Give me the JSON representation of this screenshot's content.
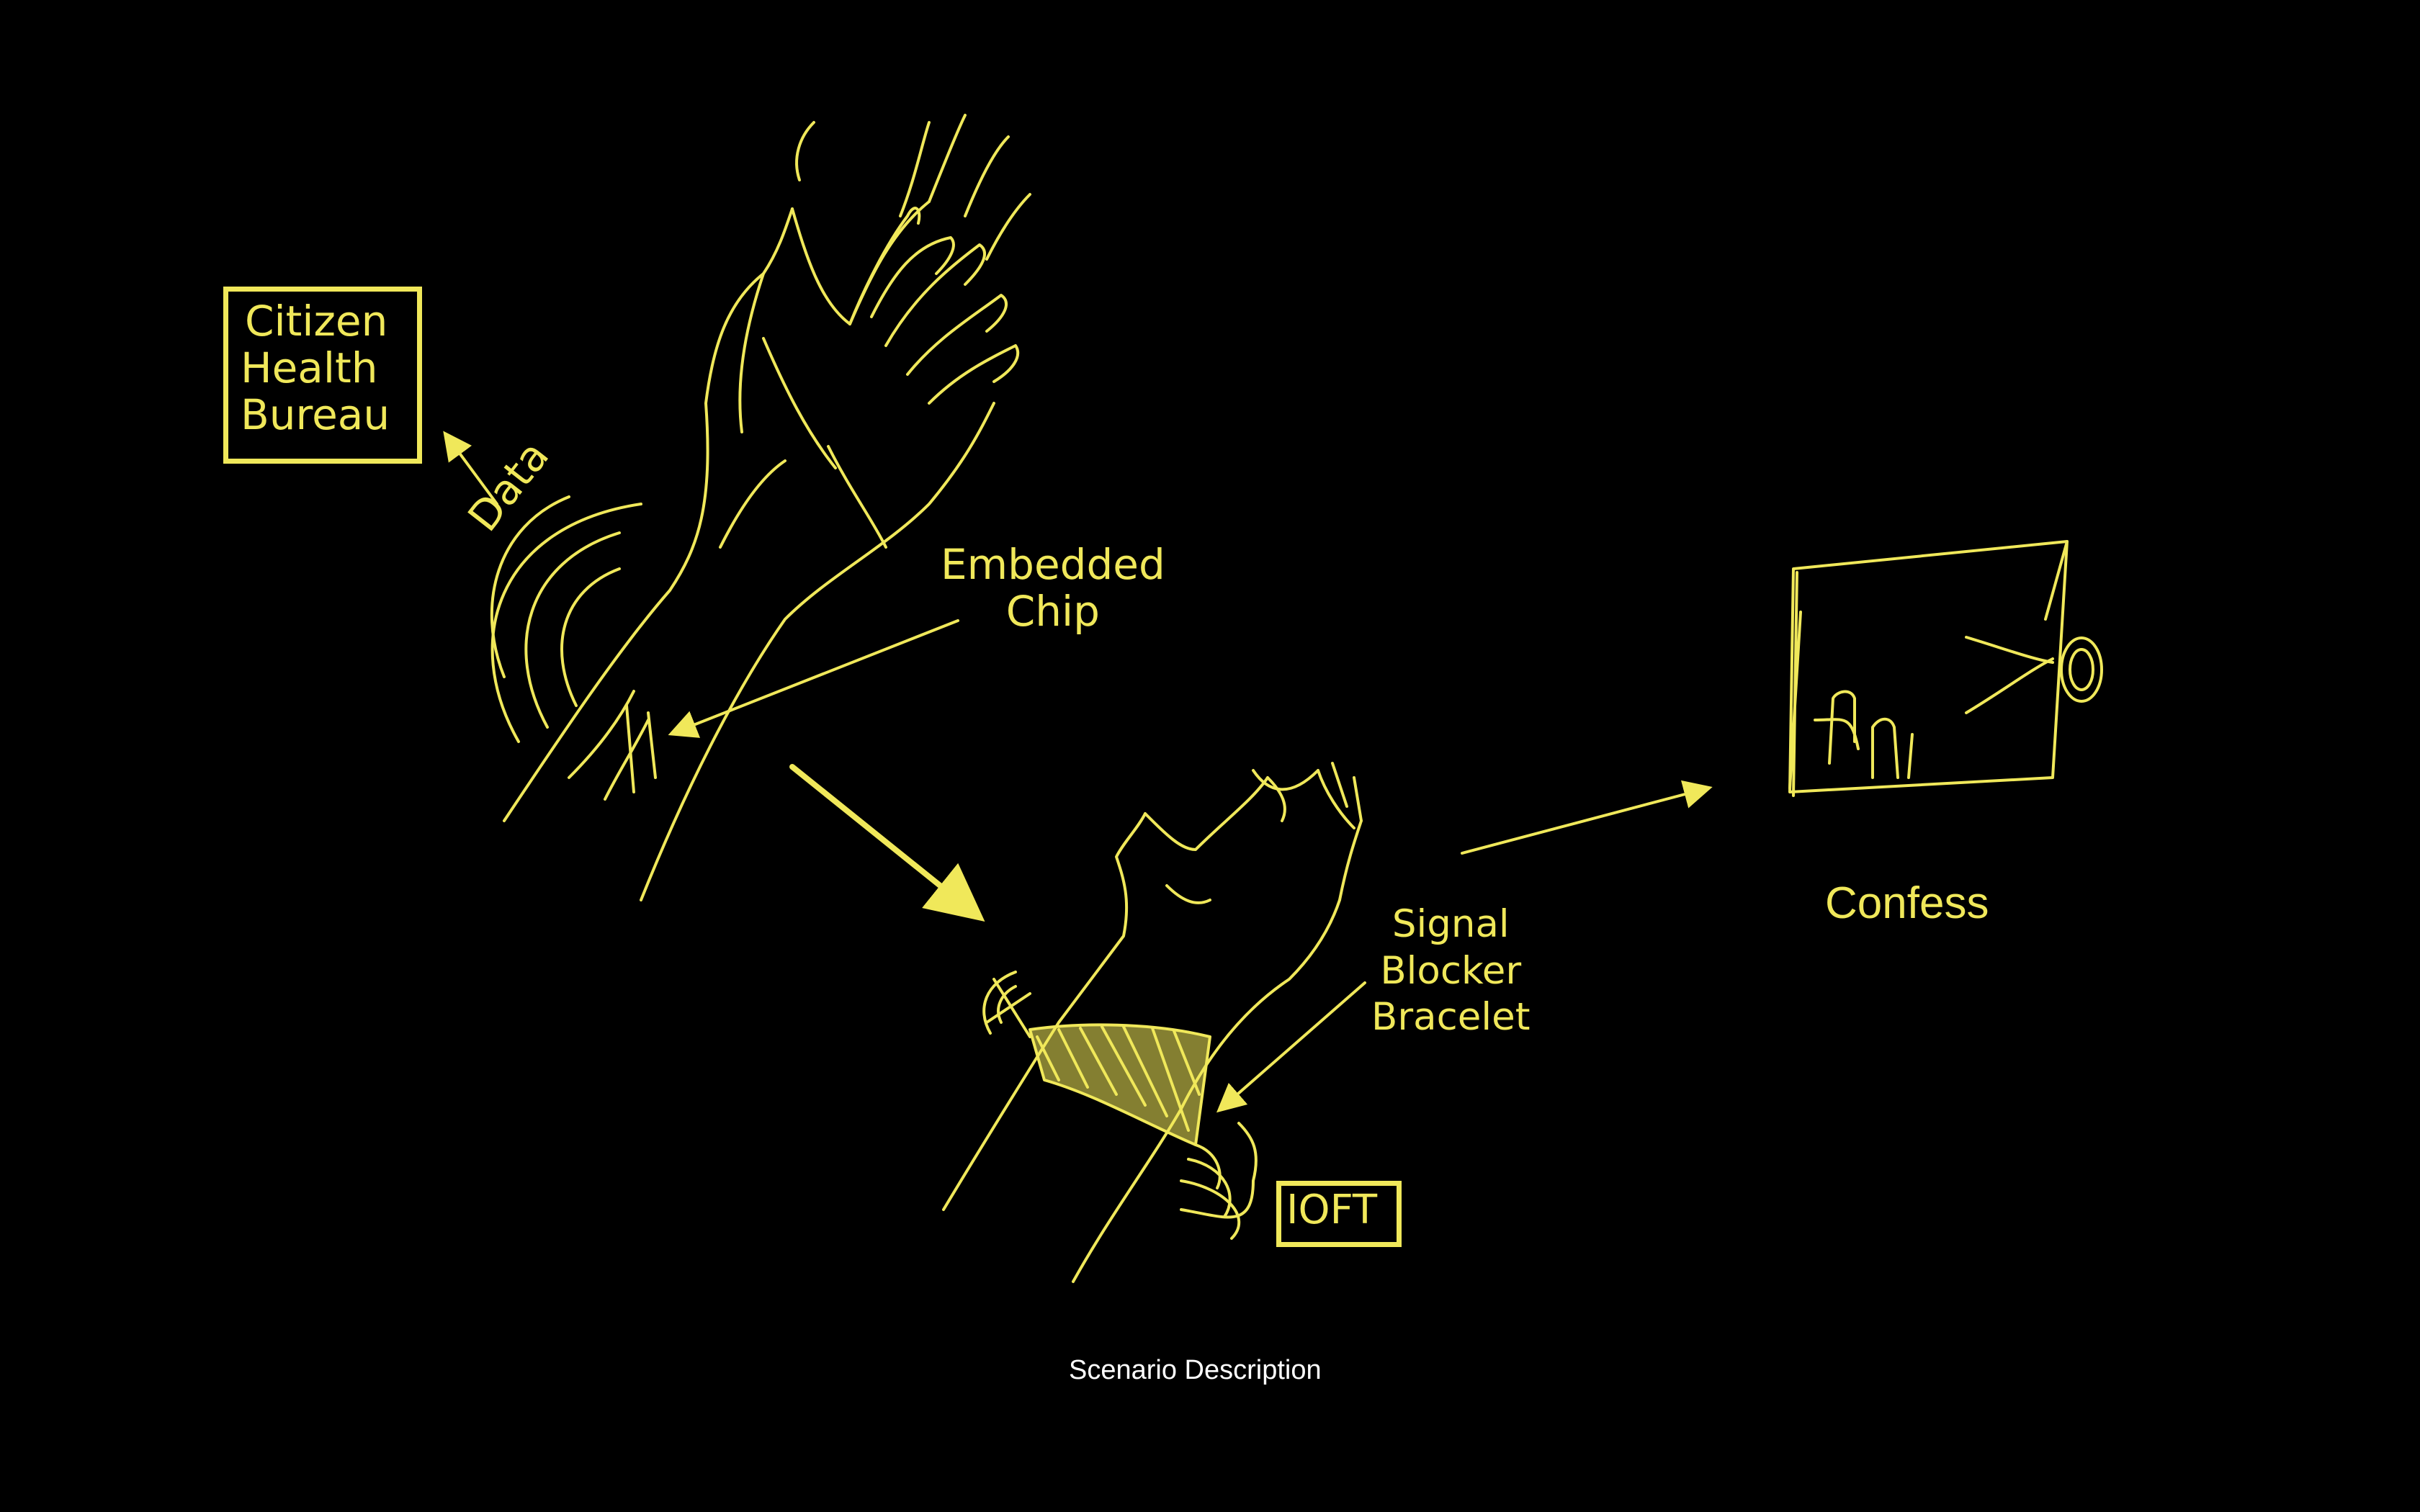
{
  "colors": {
    "background": "#000000",
    "sketch": "#f0e85a",
    "caption": "#ffffff"
  },
  "labels": {
    "citizen_bureau": [
      "Citizen",
      "Health",
      "Bureau"
    ],
    "data": "Data",
    "embedded_chip": [
      "Embedded",
      "Chip"
    ],
    "signal_blocker": [
      "Signal",
      "Blocker",
      "Bracelet"
    ],
    "ioft": "IOFT",
    "confess": "Confess"
  },
  "caption": "Scenario Description",
  "icons": [
    "hand-sketch-icon",
    "wrist-sketch-icon",
    "bracelet-icon",
    "signal-waves-icon",
    "confession-booth-icon",
    "arrow-icon"
  ]
}
